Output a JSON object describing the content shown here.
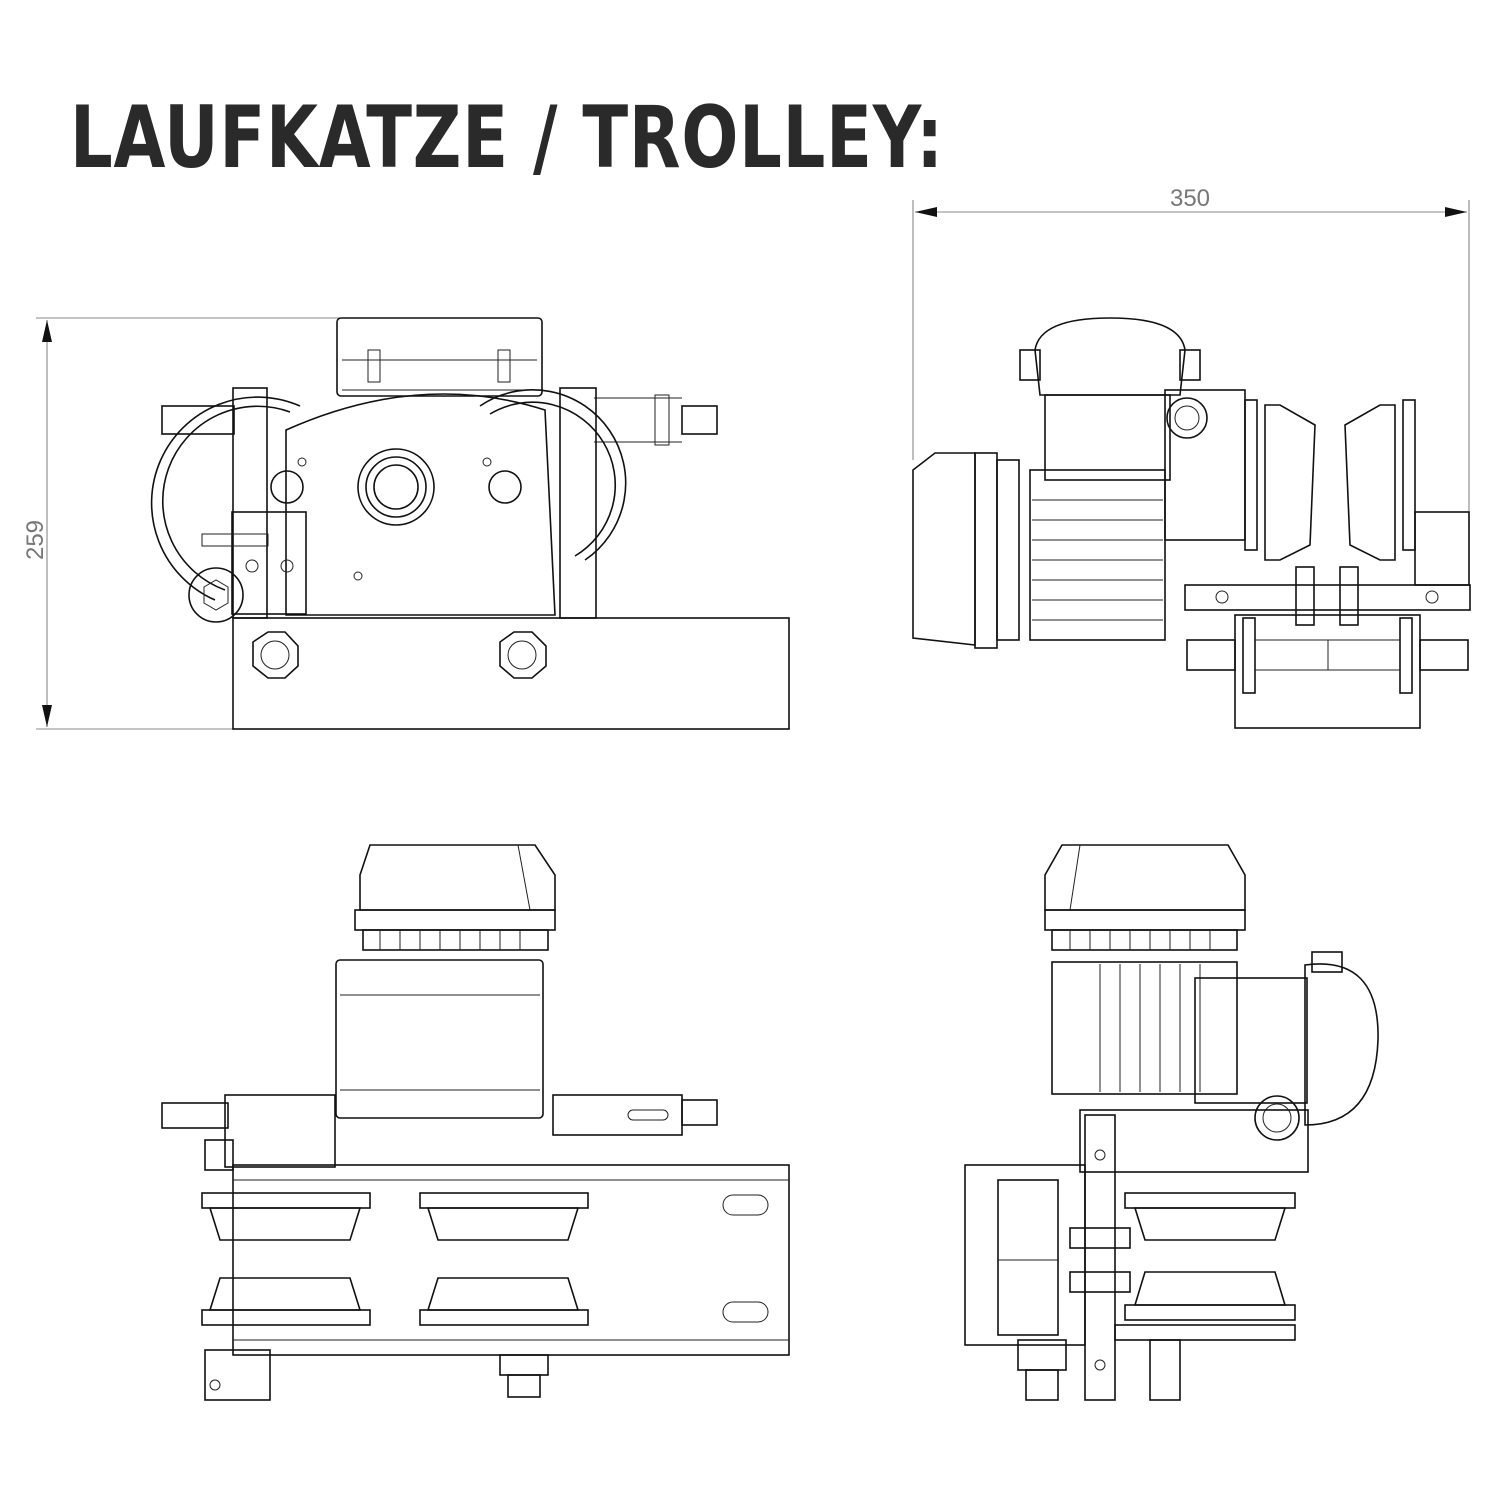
{
  "title": "LAUFKATZE / TROLLEY:",
  "dimensions": {
    "width_label": "350",
    "height_label": "259"
  }
}
